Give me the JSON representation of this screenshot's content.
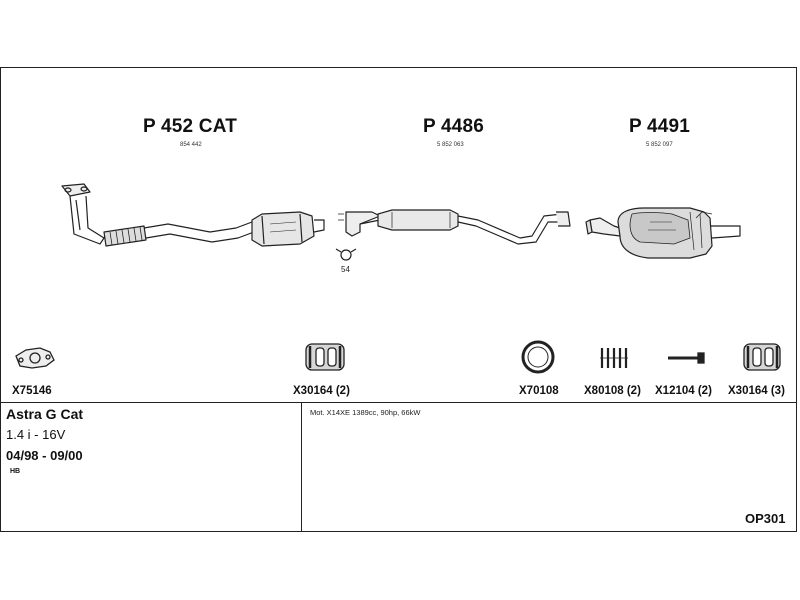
{
  "parts": [
    {
      "title": "P 452 CAT",
      "number": "854 442"
    },
    {
      "title": "P 4486",
      "number": "5 852 063"
    },
    {
      "title": "P 4491",
      "number": "5 852 097"
    }
  ],
  "clamp_label": "54",
  "fittings": [
    {
      "code": "X75146",
      "icon": "gasket-icon"
    },
    {
      "code": "X30164 (2)",
      "icon": "rubber-hanger-icon"
    },
    {
      "code": "X70108",
      "icon": "sealing-ring-icon"
    },
    {
      "code": "X80108 (2)",
      "icon": "spring-icon"
    },
    {
      "code": "X12104 (2)",
      "icon": "bolt-icon"
    },
    {
      "code": "X30164 (3)",
      "icon": "rubber-hanger-icon"
    }
  ],
  "vehicle": {
    "model": "Astra G Cat",
    "engine": "1.4 i - 16V",
    "years": "04/98 - 09/00",
    "body": "HB"
  },
  "motor": "Mot. X14XE 1389cc, 90hp, 66kW",
  "reference": "OP301"
}
